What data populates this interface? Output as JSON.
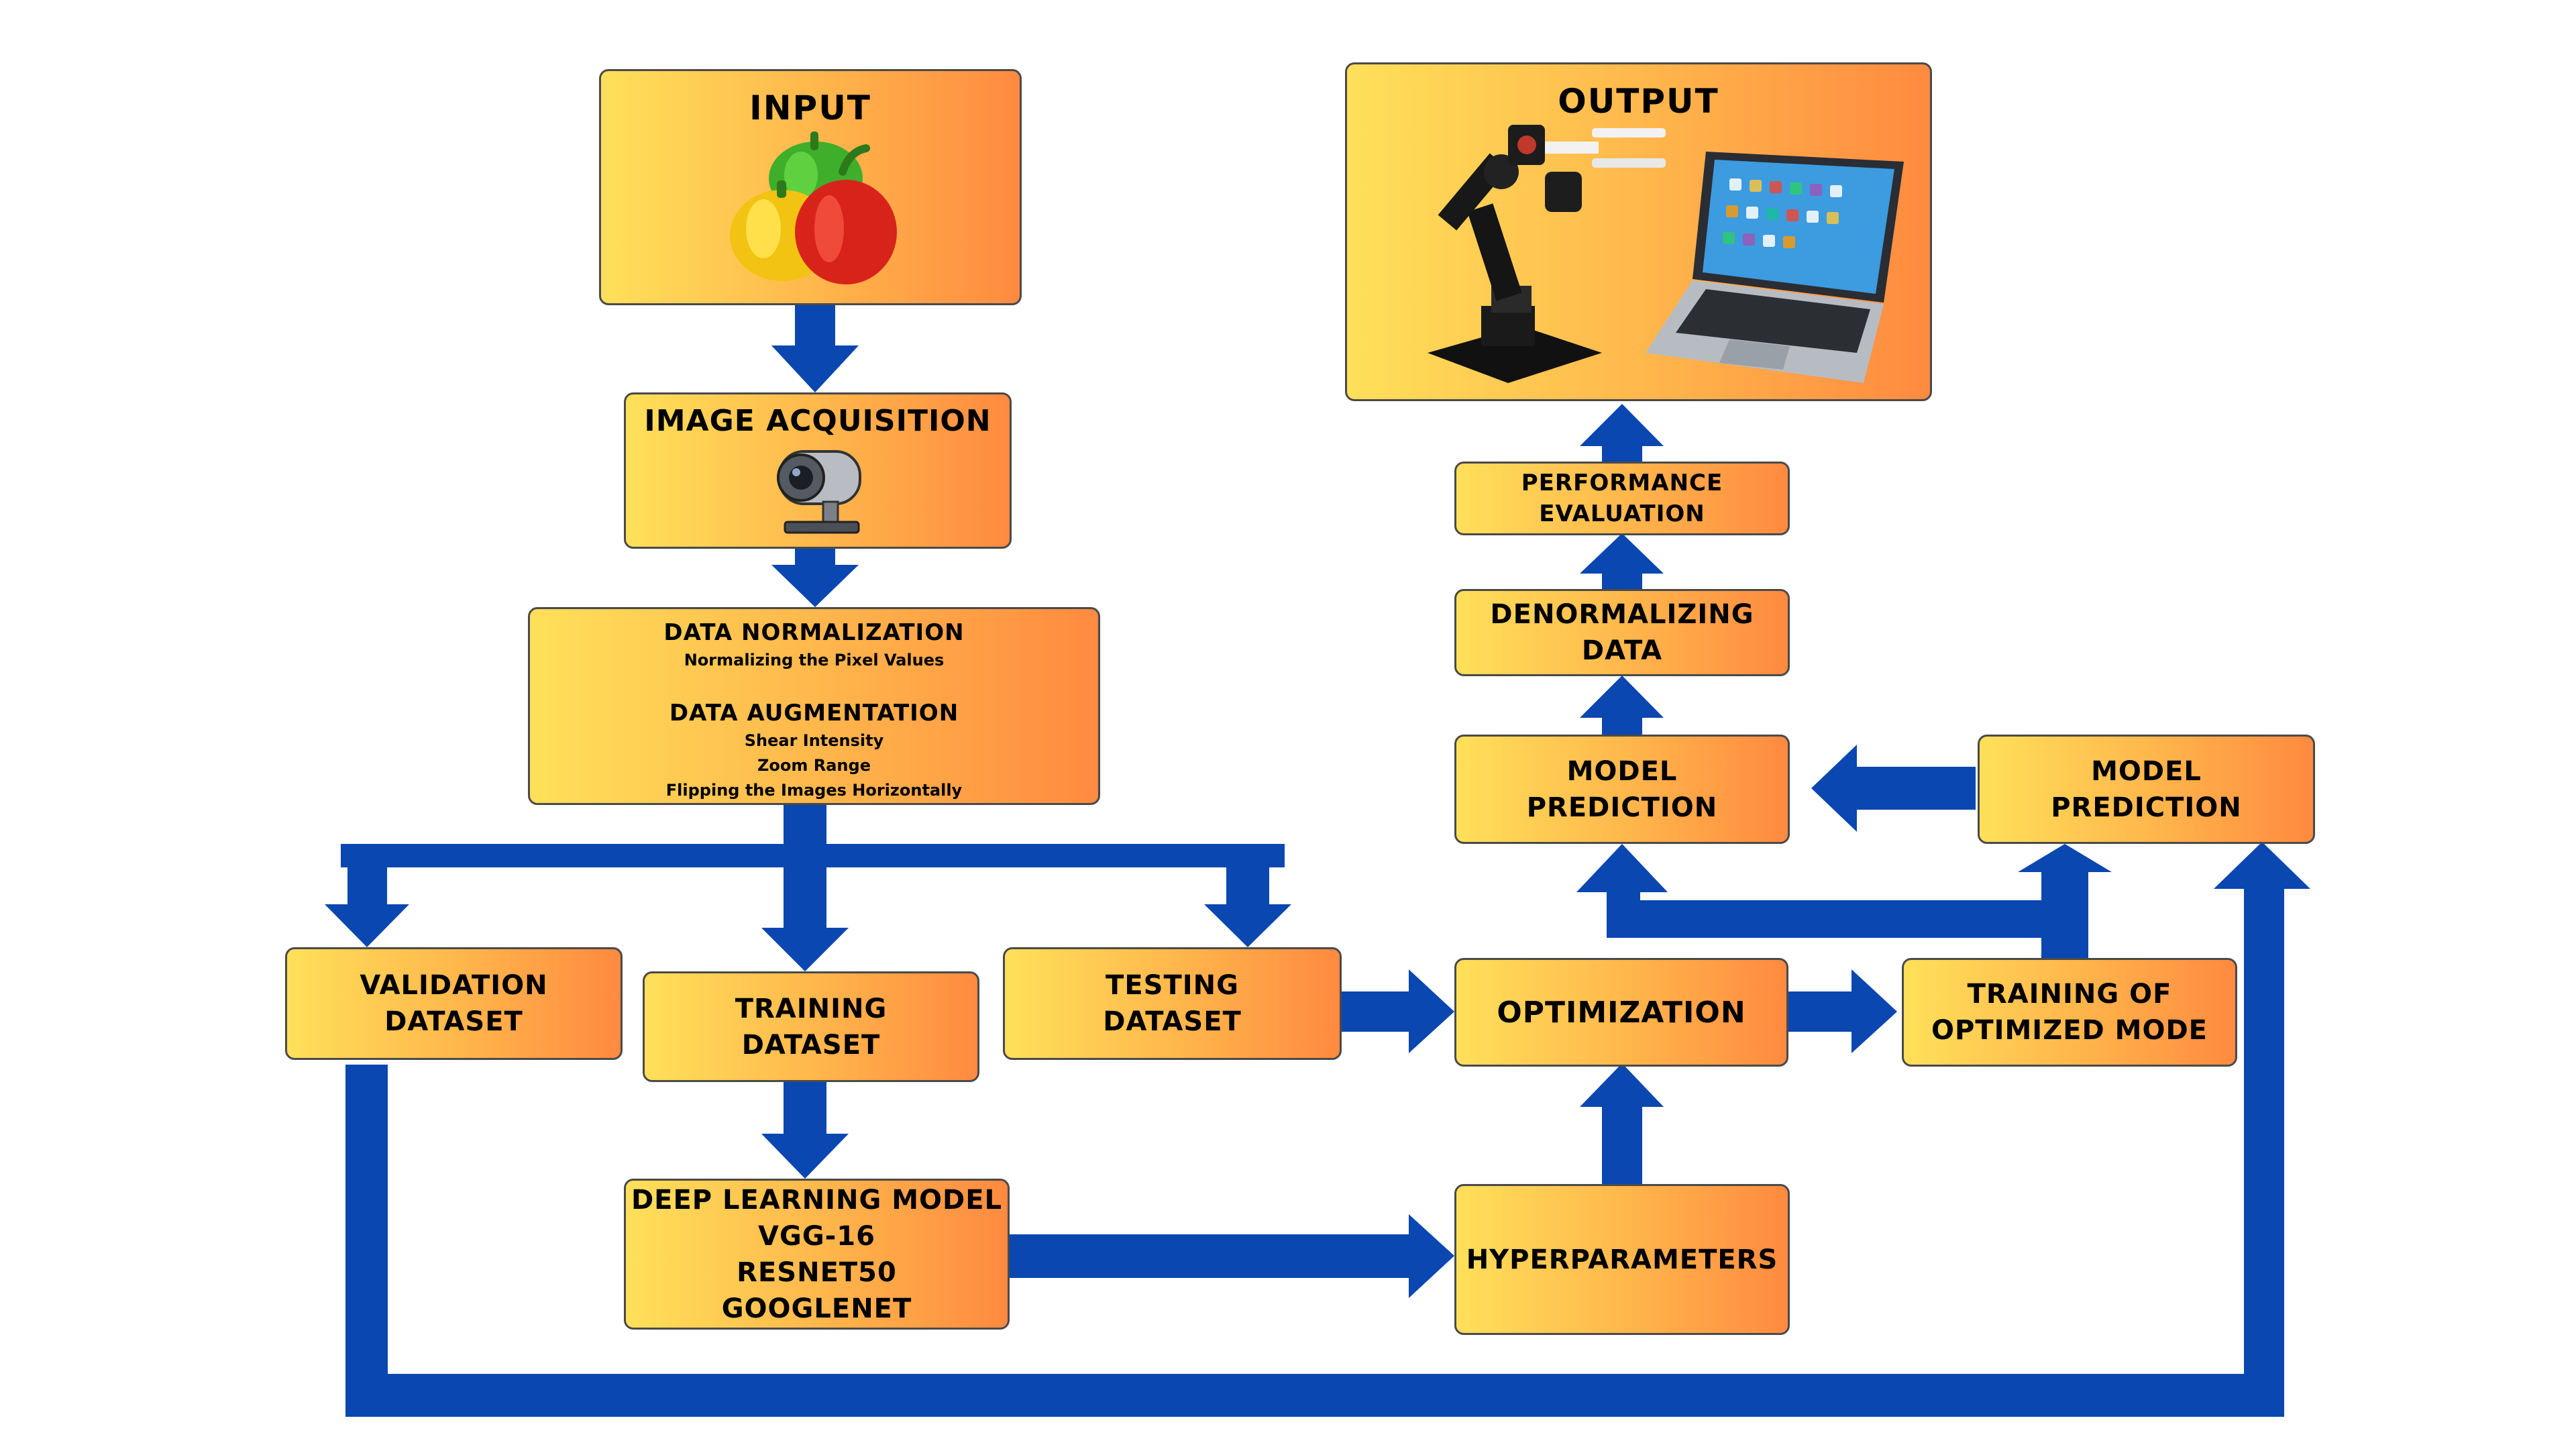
{
  "diagram": {
    "input": {
      "title": "INPUT"
    },
    "image_acquisition": {
      "title": "IMAGE ACQUISITION"
    },
    "preprocessing": {
      "normalization_title": "DATA NORMALIZATION",
      "normalization_items": [
        "Normalizing the Pixel Values"
      ],
      "augmentation_title": "DATA AUGMENTATION",
      "augmentation_items": [
        "Shear Intensity",
        "Zoom Range",
        "Flipping the Images Horizontally"
      ]
    },
    "validation_dataset": {
      "line1": "VALIDATION",
      "line2": "DATASET"
    },
    "training_dataset": {
      "line1": "TRAINING",
      "line2": "DATASET"
    },
    "testing_dataset": {
      "line1": "TESTING",
      "line2": "DATASET"
    },
    "deep_learning_model": {
      "title": "DEEP LEARNING MODEL",
      "models": [
        "VGG-16",
        "RESNET50",
        "GOOGLENET"
      ]
    },
    "hyperparameters": {
      "title": "HYPERPARAMETERS"
    },
    "optimization": {
      "title": "OPTIMIZATION"
    },
    "training_optimized": {
      "line1": "TRAINING OF",
      "line2": "OPTIMIZED MODE"
    },
    "model_prediction_right": {
      "line1": "MODEL",
      "line2": "PREDICTION"
    },
    "model_prediction_left": {
      "line1": "MODEL",
      "line2": "PREDICTION"
    },
    "denormalizing": {
      "line1": "DENORMALIZING",
      "line2": "DATA"
    },
    "performance": {
      "line1": "PERFORMANCE",
      "line2": "EVALUATION"
    },
    "output": {
      "title": "OUTPUT"
    }
  },
  "colors": {
    "arrow": "#0a47b0",
    "box_gradient": [
      "#ffe05a",
      "#ffb84c",
      "#ff8a40"
    ],
    "box_border": "#4a4a4a"
  }
}
